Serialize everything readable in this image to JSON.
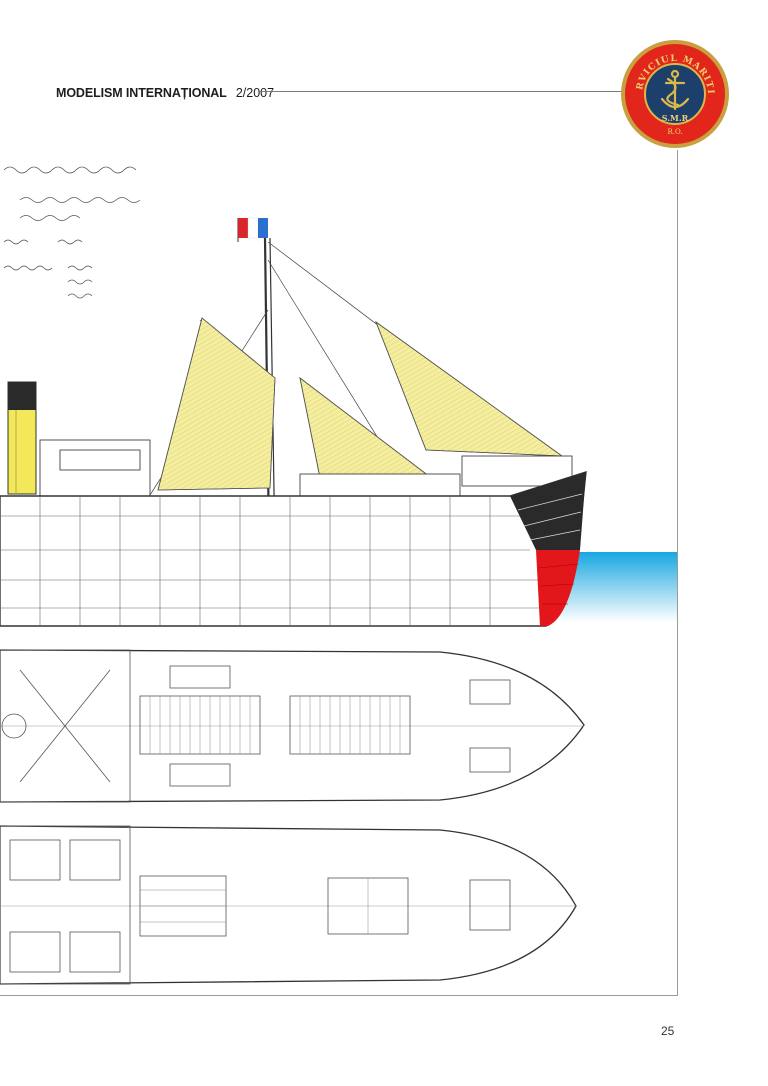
{
  "header": {
    "magazine_title": "MODELISM INTERNAȚIONAL",
    "issue": "2/2007"
  },
  "seal": {
    "text_top": "SERVICIUL MARITIM",
    "text_center": "S.M.R",
    "text_bottom": "R.O.",
    "colors": {
      "ring": "#e2261c",
      "rim": "#c8a040",
      "center": "#1d3f6b",
      "anchor": "#d9b84a"
    }
  },
  "drawing": {
    "title": "..."
  },
  "colors": {
    "sails": "#f5ee9e",
    "funnel": "#f2e85a",
    "hull_black": "#2a2a2a",
    "hull_red": "#e3161b",
    "sea": "#17a7e0"
  },
  "page": {
    "number": "25"
  }
}
